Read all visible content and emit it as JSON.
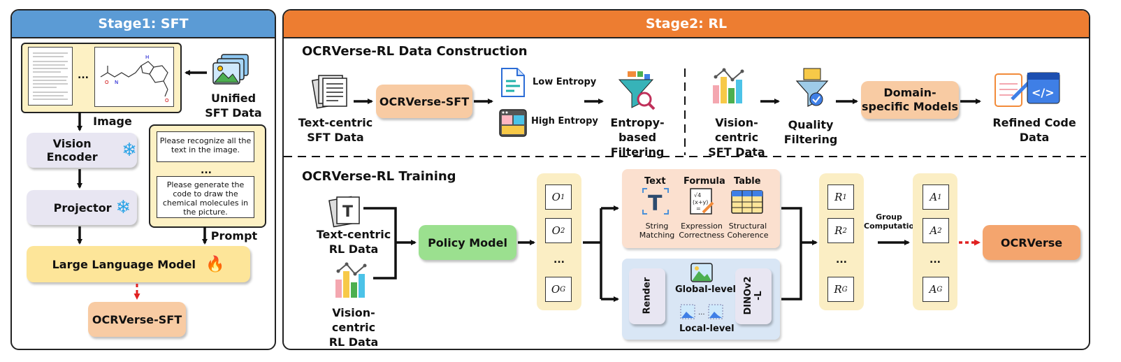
{
  "stage1": {
    "title": "Stage1: SFT",
    "header_color": "#5b9bd5",
    "image_label": "Image",
    "unified_label": "Unified\nSFT Data",
    "vision_encoder": "Vision Encoder",
    "projector": "Projector",
    "llm": "Large Language Model",
    "output": "OCRVerse-SFT",
    "prompt_label": "Prompt",
    "prompt1": "Please recognize all the text in the image.",
    "prompt_dots": "...",
    "prompt2": "Please generate the code to draw the chemical molecules in the picture.",
    "image_dots": "..."
  },
  "stage2": {
    "title": "Stage2: RL",
    "header_color": "#ed7d31",
    "construction": {
      "title": "OCRVerse-RL Data Construction",
      "text_centric": "Text-centric\nSFT Data",
      "sft_model": "OCRVerse-SFT",
      "low_entropy": "Low Entropy",
      "high_entropy": "High Entropy",
      "entropy_filter": "Entropy-based\nFiltering",
      "vision_centric": "Vision-centric\nSFT Data",
      "quality_filter": "Quality\nFiltering",
      "domain_models": "Domain-\nspecific Models",
      "refined_code": "Refined Code\nData"
    },
    "training": {
      "title": "OCRVerse-RL Training",
      "text_rl": "Text-centric\nRL Data",
      "vision_rl": "Vision-centric\nRL Data",
      "policy": "Policy Model",
      "outputs": [
        "O",
        "O",
        "O"
      ],
      "output_subs": [
        "1",
        "2",
        "G"
      ],
      "col_dots": "...",
      "reward_text_head": "Text",
      "reward_formula_head": "Formula",
      "reward_table_head": "Table",
      "string_matching": "String\nMatching",
      "expression": "Expression\nCorrectness",
      "structural": "Structural\nCoherence",
      "render": "Render",
      "global_level": "Global-level",
      "local_level": "Local-level",
      "dino": "DINOv2\n-L",
      "rewards": [
        "R",
        "R",
        "R"
      ],
      "reward_subs": [
        "1",
        "2",
        "G"
      ],
      "group": "Group\nComputation",
      "advantages": [
        "A",
        "A",
        "A"
      ],
      "adv_subs": [
        "1",
        "2",
        "G"
      ],
      "final": "OCRVerse"
    }
  }
}
